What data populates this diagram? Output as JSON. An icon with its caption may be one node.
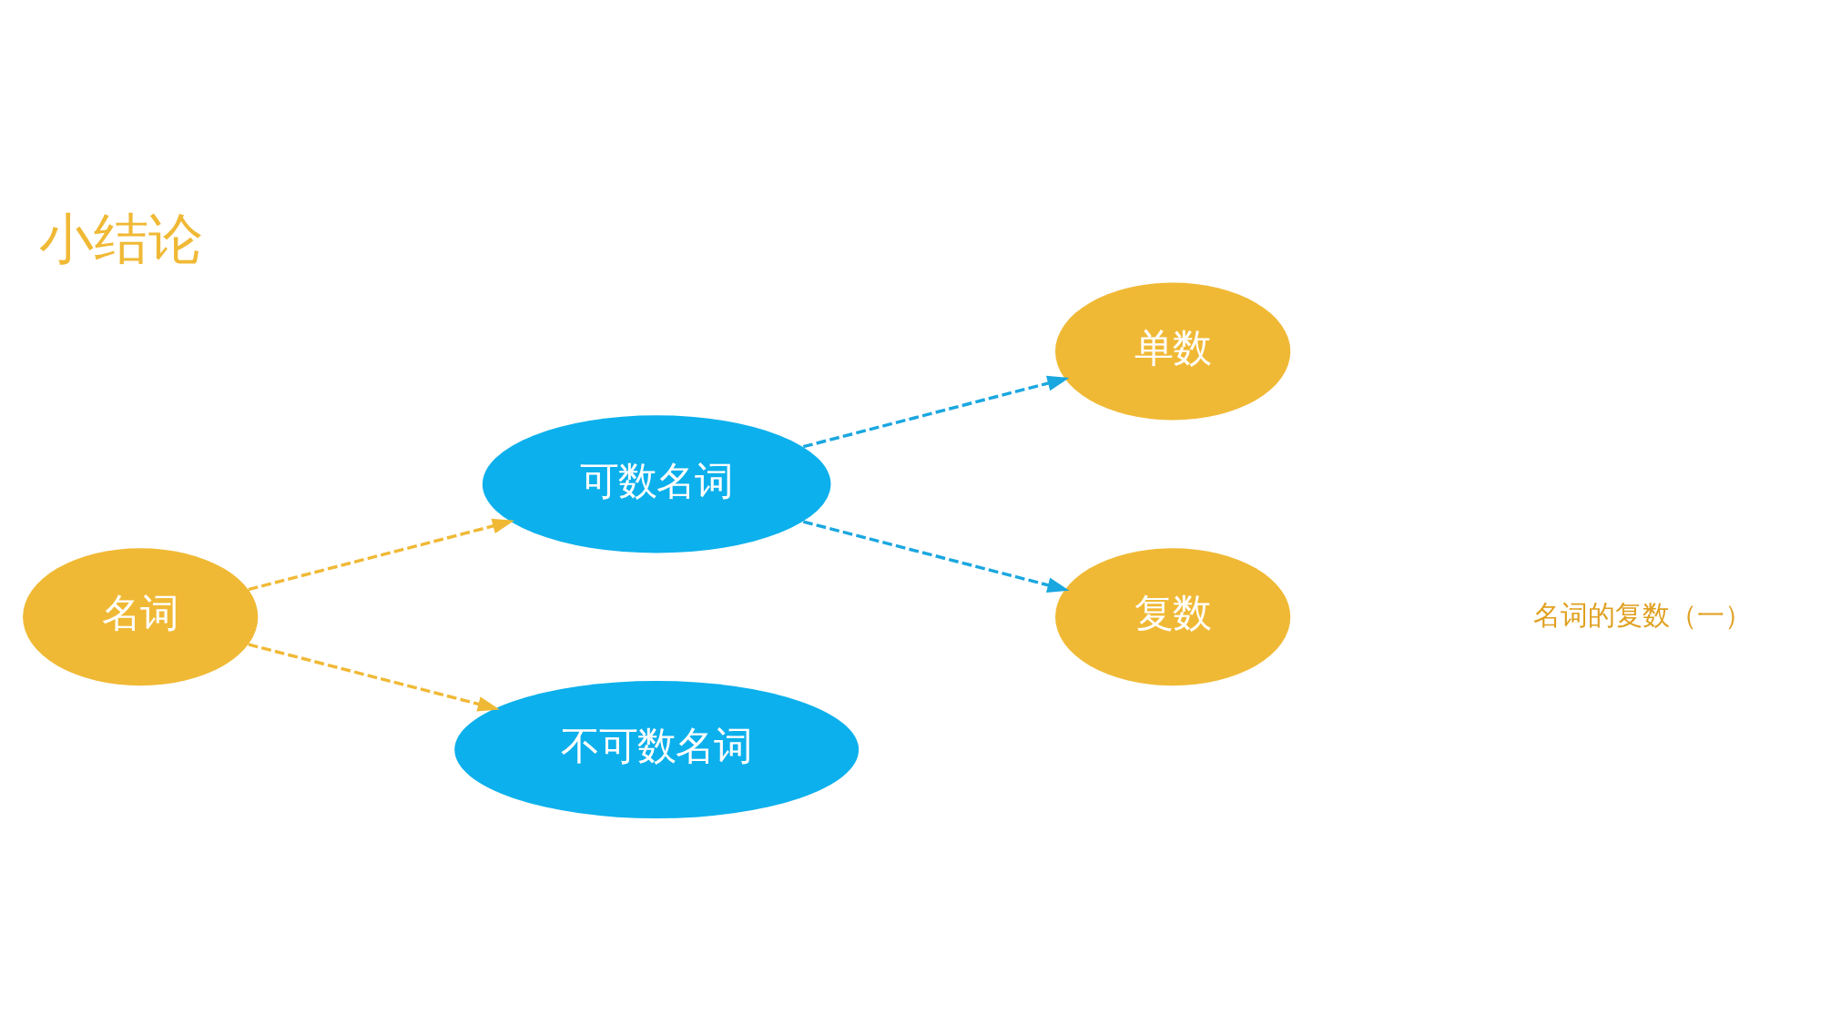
{
  "diagram": {
    "title": "小结论",
    "caption": "名词的复数（一）",
    "nodes": [
      {
        "text": [
          "名词"
        ]
      },
      {
        "text": [
          "可数名词"
        ]
      },
      {
        "text": [
          "不可数名词"
        ]
      },
      {
        "text": [
          "单数"
        ]
      },
      {
        "text": [
          "复数"
        ]
      }
    ],
    "edges": [
      {
        "from": 0,
        "to": 1,
        "arrow": "to",
        "style": "dashed",
        "color": "#f0b935"
      },
      {
        "from": 0,
        "to": 2,
        "arrow": "to",
        "style": "dashed",
        "color": "#f0b935"
      },
      {
        "from": 1,
        "to": 3,
        "arrow": "to",
        "style": "dashed",
        "color": "#1aa7e0"
      },
      {
        "from": 1,
        "to": 4,
        "arrow": "to",
        "style": "dashed",
        "color": "#1aa7e0"
      }
    ]
  }
}
